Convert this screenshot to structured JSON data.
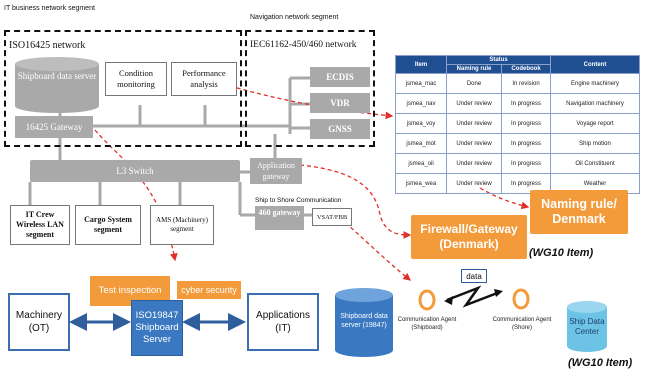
{
  "segments": {
    "it_business": "IT business network segment",
    "navigation": "Navigation network segment",
    "iso_network": "ISO16425 network",
    "iec_network": "IEC61162-450/460 network",
    "ship_to_shore": "Ship to Shore Communication"
  },
  "boxes": {
    "shipboard_data_server": "Shipboard data server",
    "condition_monitoring": "Condition monitoring",
    "performance_analysis": "Performance analysis",
    "gateway_16425": "16425 Gateway",
    "ecdis": "ECDIS",
    "vdr": "VDR",
    "gnss": "GNSS",
    "application_gateway": "Application gateway",
    "l3_switch": "L3 Switch",
    "it_crew": "IT Crew Wireless LAN segment",
    "cargo_system": "Cargo System segment",
    "ams": "AMS (Machinery) segment",
    "gateway_460": "460 gateway",
    "vsat": "VSAT/FBB"
  },
  "table": {
    "headers": {
      "item": "Item",
      "status": "Status",
      "naming_rule": "Naming rule",
      "codebook": "Codebook",
      "content": "Content"
    },
    "rows": [
      {
        "item": "jsmea_mac",
        "naming": "Done",
        "codebook": "In revision",
        "content": "Engine machinery"
      },
      {
        "item": "jsmea_nav",
        "naming": "Under review",
        "codebook": "In progress",
        "content": "Navigation machinery"
      },
      {
        "item": "jsmea_voy",
        "naming": "Under review",
        "codebook": "In progress",
        "content": "Voyage report"
      },
      {
        "item": "jsmea_mot",
        "naming": "Under review",
        "codebook": "In progress",
        "content": "Ship motion"
      },
      {
        "item": "jsmea_oil",
        "naming": "Under review",
        "codebook": "In progress",
        "content": "Oil Constituent"
      },
      {
        "item": "jsmea_wea",
        "naming": "Under review",
        "codebook": "In progress",
        "content": "Weather"
      }
    ]
  },
  "callouts": {
    "naming_rule": "Naming rule/ Denmark",
    "firewall": "Firewall/Gateway (Denmark)",
    "wg10_item_1": "(WG10 Item)",
    "wg10_item_2": "(WG10 Item)",
    "test_inspection": "Test inspection",
    "cyber_security": "cyber security"
  },
  "bottom": {
    "machinery": "Machinery (OT)",
    "iso19847": "ISO19847 Shipboard Server",
    "applications": "Applications (IT)",
    "shipboard_db": "Shipboard data server (19847)",
    "data": "data",
    "agent_ship": "Communication Agent (Shipboard)",
    "agent_shore": "Communication Agent (Shore)",
    "ship_data_center": "Ship Data Center"
  },
  "colors": {
    "orange": "#f39a3a",
    "blue": "#3a79c2",
    "gray": "#a9a9a9",
    "navy": "#1f4e91",
    "red_dash": "#e0302a"
  }
}
